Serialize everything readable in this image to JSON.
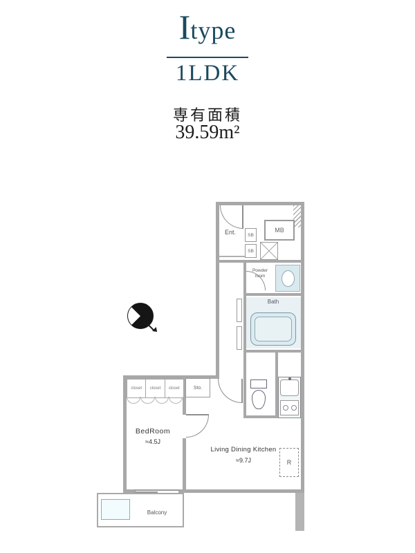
{
  "header": {
    "type_letter": "I",
    "type_word": "type",
    "layout": "1LDK",
    "area_label": "専有面積",
    "area_value": "39.59m²"
  },
  "plan": {
    "ent_label": "Ent.",
    "mb_label": "MB",
    "sb_top": "SB",
    "sb_bottom": "SB",
    "powder_label": "Powder room",
    "bath_label": "Bath",
    "bedroom_label": "BedRoom",
    "bedroom_size": "≈4.5J",
    "ldk_label": "Living Dining Kitchen",
    "ldk_size": "≈9.7J",
    "closets": [
      "closet",
      "closet",
      "closet"
    ],
    "storage_label": "Sto.",
    "refrigerator_label": "R",
    "balcony_label": "Balcony"
  },
  "colors": {
    "title": "#1b4a5f",
    "wall": "#a8a8a8",
    "fixture_fill": "#dcebf0",
    "accent_cyan": "#57c2d2"
  }
}
